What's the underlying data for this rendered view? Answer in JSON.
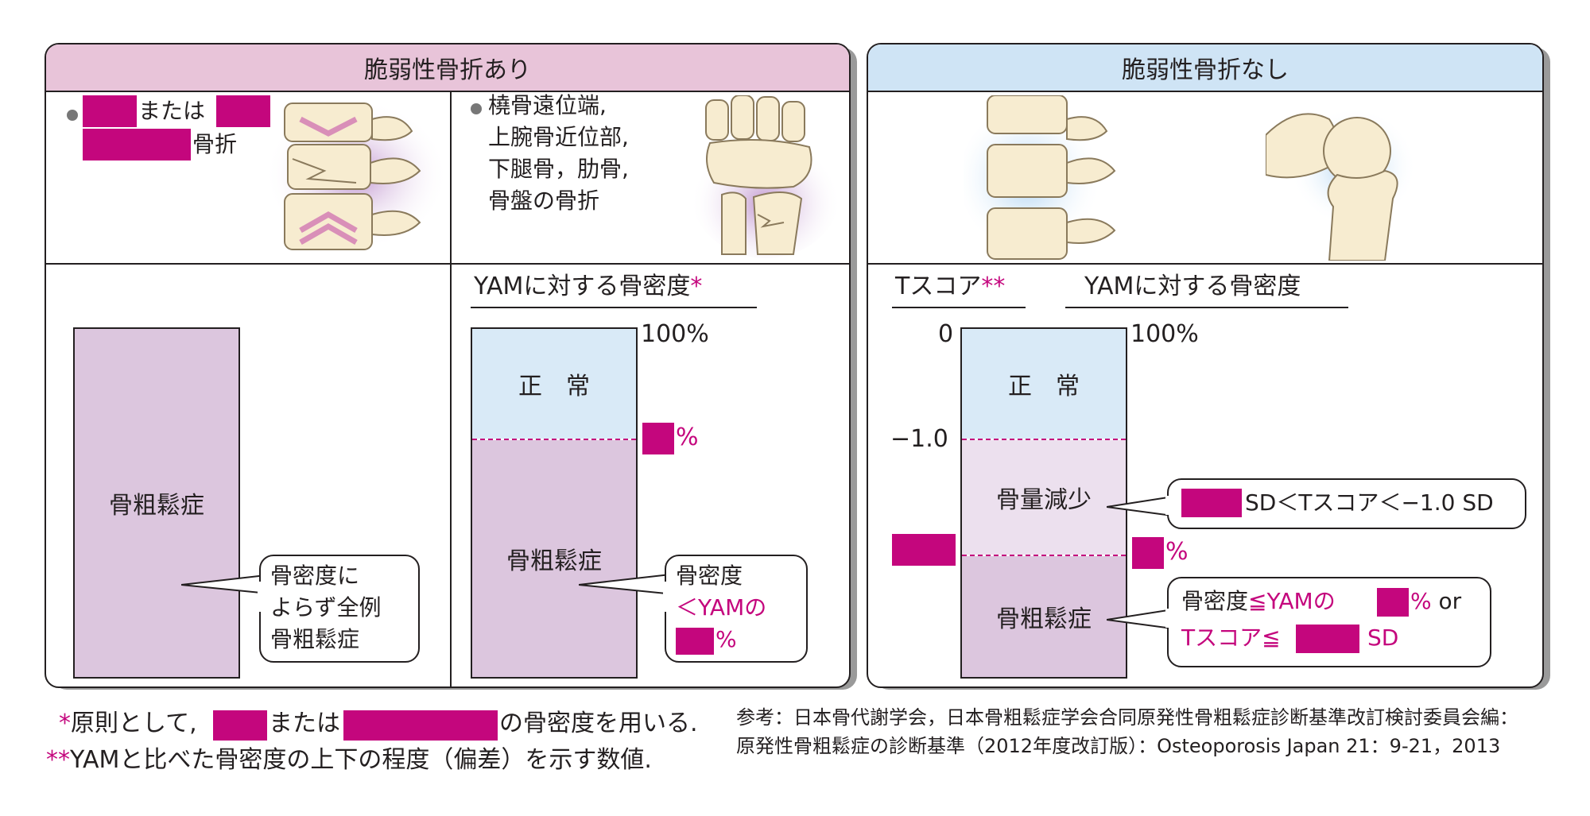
{
  "left_panel": {
    "title": "脆弱性骨折あり",
    "cell1": {
      "suffix1": "または",
      "suffix2": "骨折"
    },
    "cell2": {
      "lines": [
        "橈骨遠位端,",
        "上腕骨近位部,",
        "下腿骨，肋骨,",
        "骨盤の骨折"
      ]
    },
    "left_bar": {
      "label": "骨粗鬆症"
    },
    "left_callout": {
      "lines": [
        "骨密度に",
        "よらず全例",
        "骨粗鬆症"
      ]
    },
    "mid_header": {
      "text": "YAMに対する骨密度",
      "star": "*"
    },
    "mid_bar": {
      "normal": "正　常",
      "osteo": "骨粗鬆症",
      "pct100": "100%",
      "pct_mark": "%"
    },
    "mid_callout": {
      "line1": "骨密度",
      "line2": "＜YAMの",
      "line3": "%"
    }
  },
  "right_panel": {
    "title": "脆弱性骨折なし",
    "tscore_header": {
      "text": "Tスコア",
      "stars": "**"
    },
    "yam_header": "YAMに対する骨密度",
    "axis": {
      "zero": "0",
      "minus1": "−1.0"
    },
    "bar": {
      "normal": "正　常",
      "reduced": "骨量減少",
      "osteo": "骨粗鬆症",
      "pct100": "100%",
      "pct_mark": "%"
    },
    "callout1": {
      "text": "SD＜Tスコア＜−1.0 SD"
    },
    "callout2": {
      "line1_a": "骨密度",
      "line1_b": "≦YAMの",
      "line1_c": "% or",
      "line2_a": "Tスコア≦",
      "line2_b": "SD"
    }
  },
  "footnotes": {
    "note1": {
      "star": "*",
      "text_a": "原則として,",
      "text_b": "または",
      "text_c": "の骨密度を用いる."
    },
    "note2": {
      "stars": "**",
      "text": "YAMと比べた骨密度の上下の程度（偏差）を示す数値."
    }
  },
  "reference": {
    "line1": "参考：日本骨代謝学会，日本骨粗鬆症学会合同原発性骨粗鬆症診断基準改訂検討委員会編：",
    "line2": "原発性骨粗鬆症の診断基準（2012年度改訂版）：Osteoporosis Japan 21：9-21，2013"
  },
  "colors": {
    "magenta": "#c4067d",
    "left_header_bg": "#e8c4d9",
    "right_header_bg": "#cfe4f5",
    "normal_fill": "#d9eaf7",
    "osteo_fill": "#dcc6de",
    "reduced_fill": "#ece0ee"
  }
}
